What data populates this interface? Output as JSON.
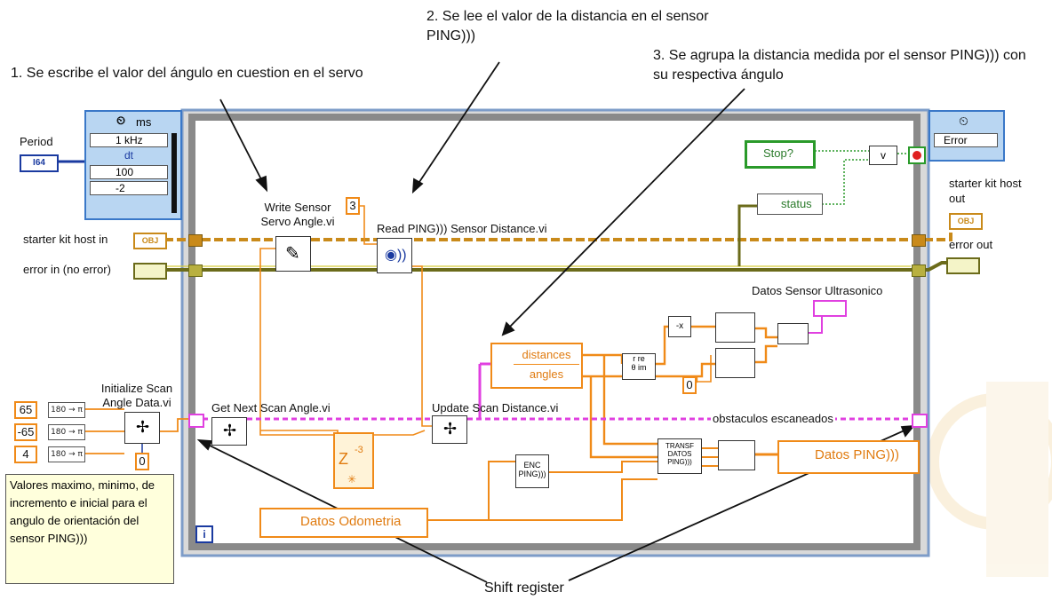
{
  "annotations": {
    "step1": "1. Se escribe el valor del ángulo en cuestion en el servo",
    "step2": "2. Se lee el valor de la distancia en el sensor PING)))",
    "step3": "3. Se agrupa la distancia medida por el sensor PING))) con su respectiva ángulo",
    "shift_register": "Shift register"
  },
  "timed_loop": {
    "unit": "ms",
    "period_label": "Period",
    "period_type": "I64",
    "rows": [
      "1 kHz",
      "dt",
      "100",
      "-2"
    ],
    "output_node": "Error"
  },
  "inputs": {
    "starter_kit_host_in": "starter kit host in",
    "error_in": "error in (no error)",
    "obj_tag": "OBJ"
  },
  "outputs": {
    "starter_kit_host_out": "starter kit host out",
    "error_out": "error out",
    "datos_sensor": "Datos Sensor Ultrasonico"
  },
  "subvis": {
    "write_servo": "Write Sensor Servo Angle.vi",
    "read_ping": "Read PING))) Sensor Distance.vi",
    "init_scan": "Initialize Scan Angle Data.vi",
    "get_next": "Get Next Scan Angle.vi",
    "update_scan": "Update Scan Distance.vi",
    "enc_ping": "ENC PING)))",
    "transf": "TRANSF DATOS PING)))"
  },
  "constants": {
    "ping_channel": "3",
    "max_angle": "65",
    "min_angle": "-65",
    "increment": "4",
    "init_index": "0",
    "array_index": "0",
    "deg_to_rad": "180 → π",
    "feedback": "-3"
  },
  "variables": {
    "stop": "Stop?",
    "status": "status",
    "distances": "distances",
    "angles": "angles",
    "datos_ping": "Datos PING)))",
    "datos_odometria": "Datos Odometria",
    "obstaculos": "obstaculos escaneados"
  },
  "comment": "Valores maximo, minimo, de incremento e inicial para el angulo de orientación del sensor PING)))",
  "loop_index": "i",
  "colors": {
    "cluster_wire": "#c98a1a",
    "error_wire": "#6b6b1a",
    "double_wire": "#f08a18",
    "array_wire": "#e040e0",
    "boolean_wire": "#2a9a2a",
    "loop_frame": "#8a8a8a"
  }
}
